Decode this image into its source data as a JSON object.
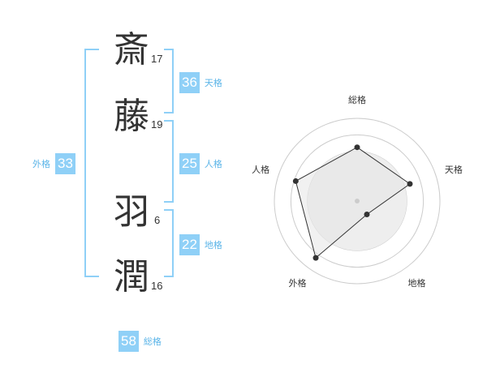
{
  "name": {
    "chars": [
      {
        "char": "斎",
        "strokes": "17"
      },
      {
        "char": "藤",
        "strokes": "19"
      },
      {
        "char": "羽",
        "strokes": "6"
      },
      {
        "char": "潤",
        "strokes": "16"
      }
    ]
  },
  "kaku": {
    "tenkaku": {
      "value": "36",
      "label": "天格"
    },
    "jinkaku": {
      "value": "25",
      "label": "人格"
    },
    "chikaku": {
      "value": "22",
      "label": "地格"
    },
    "gaikaku": {
      "value": "33",
      "label": "外格"
    },
    "soukaku": {
      "value": "58",
      "label": "総格"
    }
  },
  "chart_data": {
    "type": "radar",
    "axes": [
      "総格",
      "天格",
      "地格",
      "外格",
      "人格"
    ],
    "values": [
      0.65,
      0.67,
      0.2,
      0.85,
      0.78
    ],
    "max": 1,
    "rings": 5,
    "colors": {
      "ring": "#cccccc",
      "fill": "#eeeeee",
      "stroke": "#333333",
      "center": "#cccccc"
    }
  }
}
